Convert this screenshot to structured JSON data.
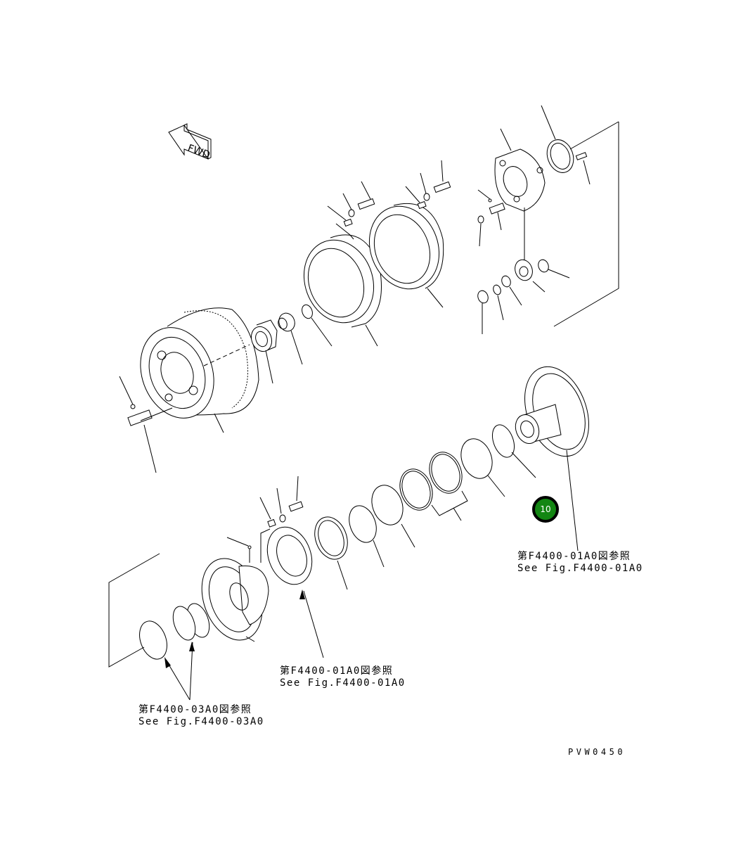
{
  "diagram": {
    "type": "exploded-parts-view",
    "subject": "final drive assembly",
    "fwd_indicator": {
      "label": "FWD",
      "icon": "arrow-left-icon"
    },
    "callouts": [
      {
        "number": "10",
        "color": "#138613",
        "border": "#000000"
      }
    ],
    "cross_references": [
      {
        "id": "ref-right",
        "jp": "第F4400-01A0図参照",
        "en": "See Fig.F4400-01A0"
      },
      {
        "id": "ref-center",
        "jp": "第F4400-01A0図参照",
        "en": "See Fig.F4400-01A0"
      },
      {
        "id": "ref-left",
        "jp": "第F4400-03A0図参照",
        "en": "See Fig.F4400-03A0"
      }
    ],
    "drawing_code": "PVW0450"
  }
}
